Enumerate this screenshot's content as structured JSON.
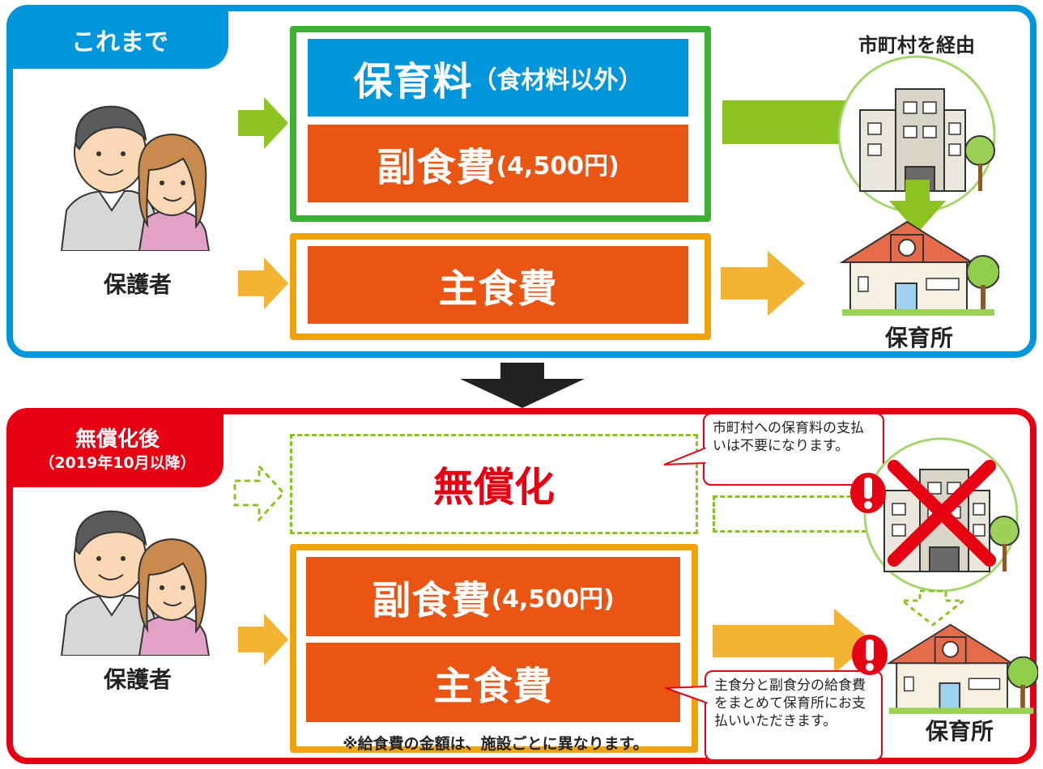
{
  "before": {
    "tab": "これまで",
    "guardian_label": "保護者",
    "box_green": {
      "fee_main": "保育料",
      "fee_sub": "（食材料以外）",
      "side_main": "副食費",
      "side_sub": "(4,500円)"
    },
    "staple": "主食費",
    "city_label": "市町村を経由",
    "nursery_label": "保育所"
  },
  "after": {
    "tab_line1": "無償化後",
    "tab_line2": "（2019年10月以降）",
    "guardian_label": "保護者",
    "free_label": "無償化",
    "side_main": "副食費",
    "side_sub": "(4,500円)",
    "staple": "主食費",
    "callout_top": "市町村への保育料の支払いは不要になります。",
    "callout_bottom": "主食分と副食分の給食費をまとめて保育所にお支払いいただきます。",
    "nursery_label": "保育所",
    "note": "※給食費の金額は、施設ごとに異なります。"
  },
  "colors": {
    "blue": "#0096dc",
    "red": "#e60012",
    "green": "#3cb035",
    "orange_frame": "#f0a30a",
    "orange_bar": "#ea5514",
    "arrow_green": "#8cc320",
    "arrow_yellow": "#f4b433",
    "dark_arrow": "#222222"
  }
}
